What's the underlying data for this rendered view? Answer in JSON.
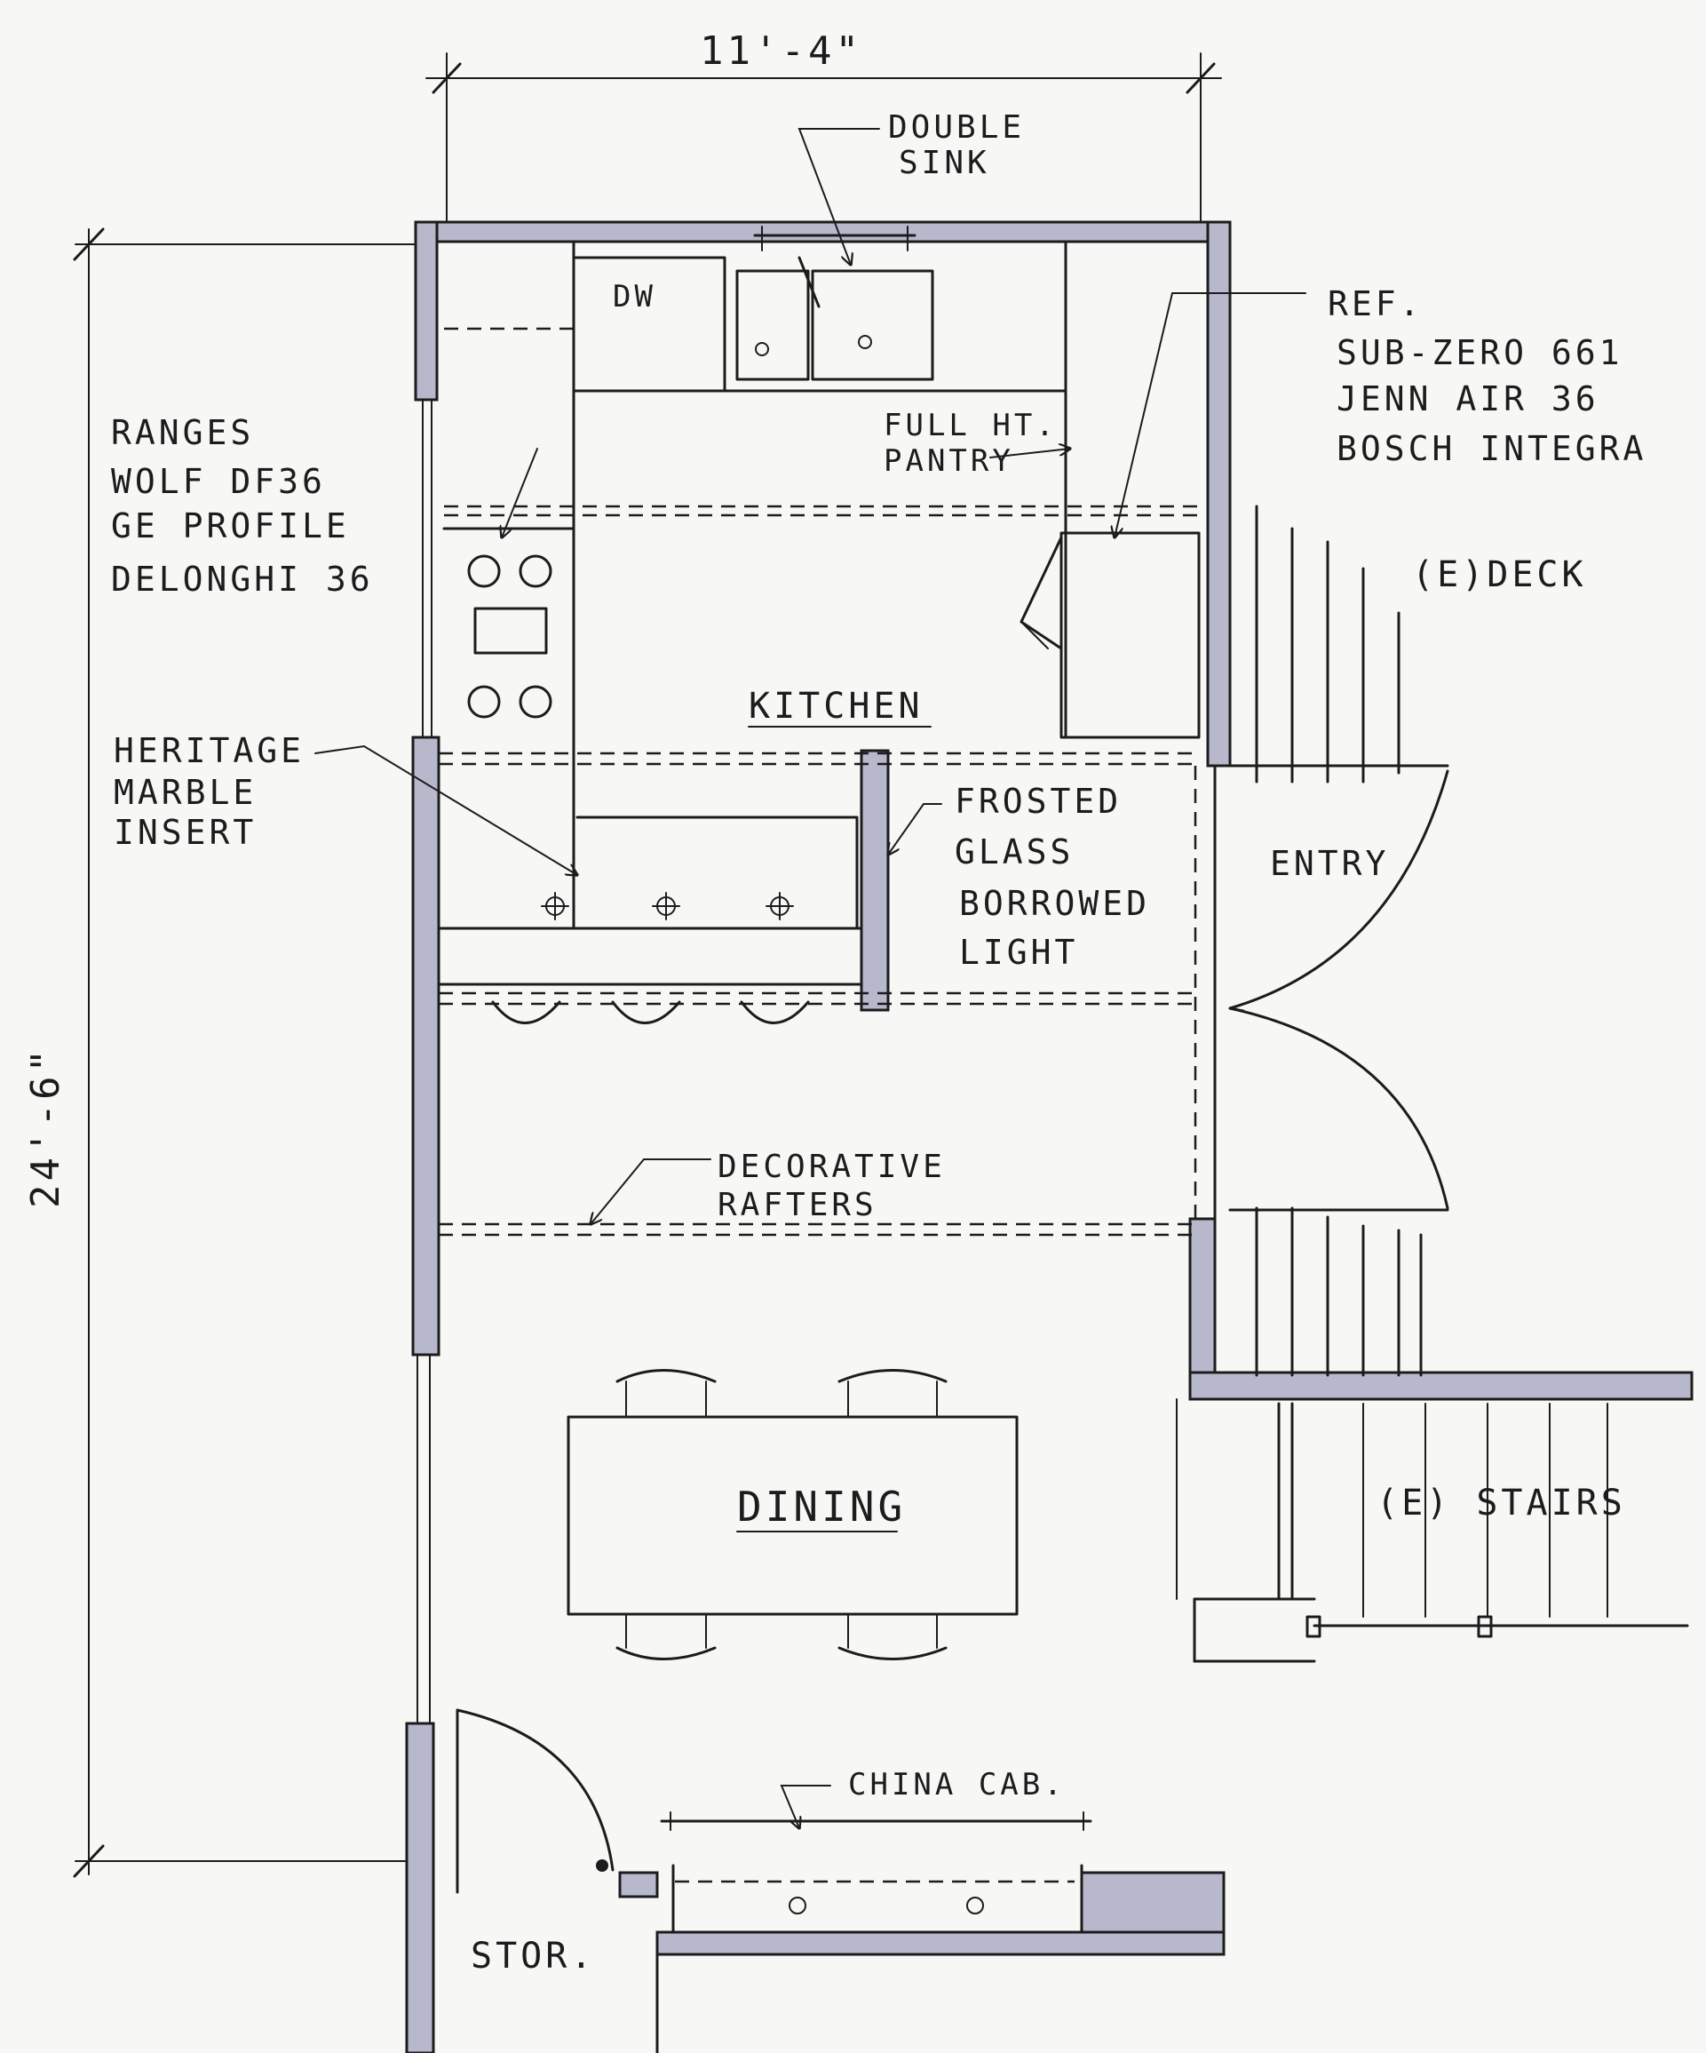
{
  "dimensions": {
    "width": "11'-4\"",
    "depth": "24'-6\""
  },
  "rooms": {
    "kitchen": "KITCHEN",
    "dining": "DINING",
    "entry": "ENTRY",
    "deck": "(E)DECK",
    "stairs": "(E) STAIRS",
    "storage": "STOR."
  },
  "fixtures": {
    "dishwasher": "DW"
  },
  "notes": {
    "sink": [
      "DOUBLE",
      "SINK"
    ],
    "ref": [
      "REF.",
      "SUB-ZERO 661",
      "JENN AIR 36",
      "BOSCH INTEGRA"
    ],
    "ranges": [
      "RANGES",
      "WOLF DF36",
      "GE PROFILE",
      "DELONGHI 36"
    ],
    "pantry": [
      "FULL HT.",
      "PANTRY"
    ],
    "marble": [
      "HERITAGE",
      "MARBLE",
      "INSERT"
    ],
    "glass": [
      "FROSTED",
      "GLASS",
      "BORROWED",
      "LIGHT"
    ],
    "rafters": [
      "DECORATIVE",
      "RAFTERS"
    ],
    "china": "CHINA CAB."
  },
  "colors": {
    "ink": "#1c1c1c",
    "wall_fill": "#b7b8cc",
    "paper": "#f7f7f5"
  }
}
